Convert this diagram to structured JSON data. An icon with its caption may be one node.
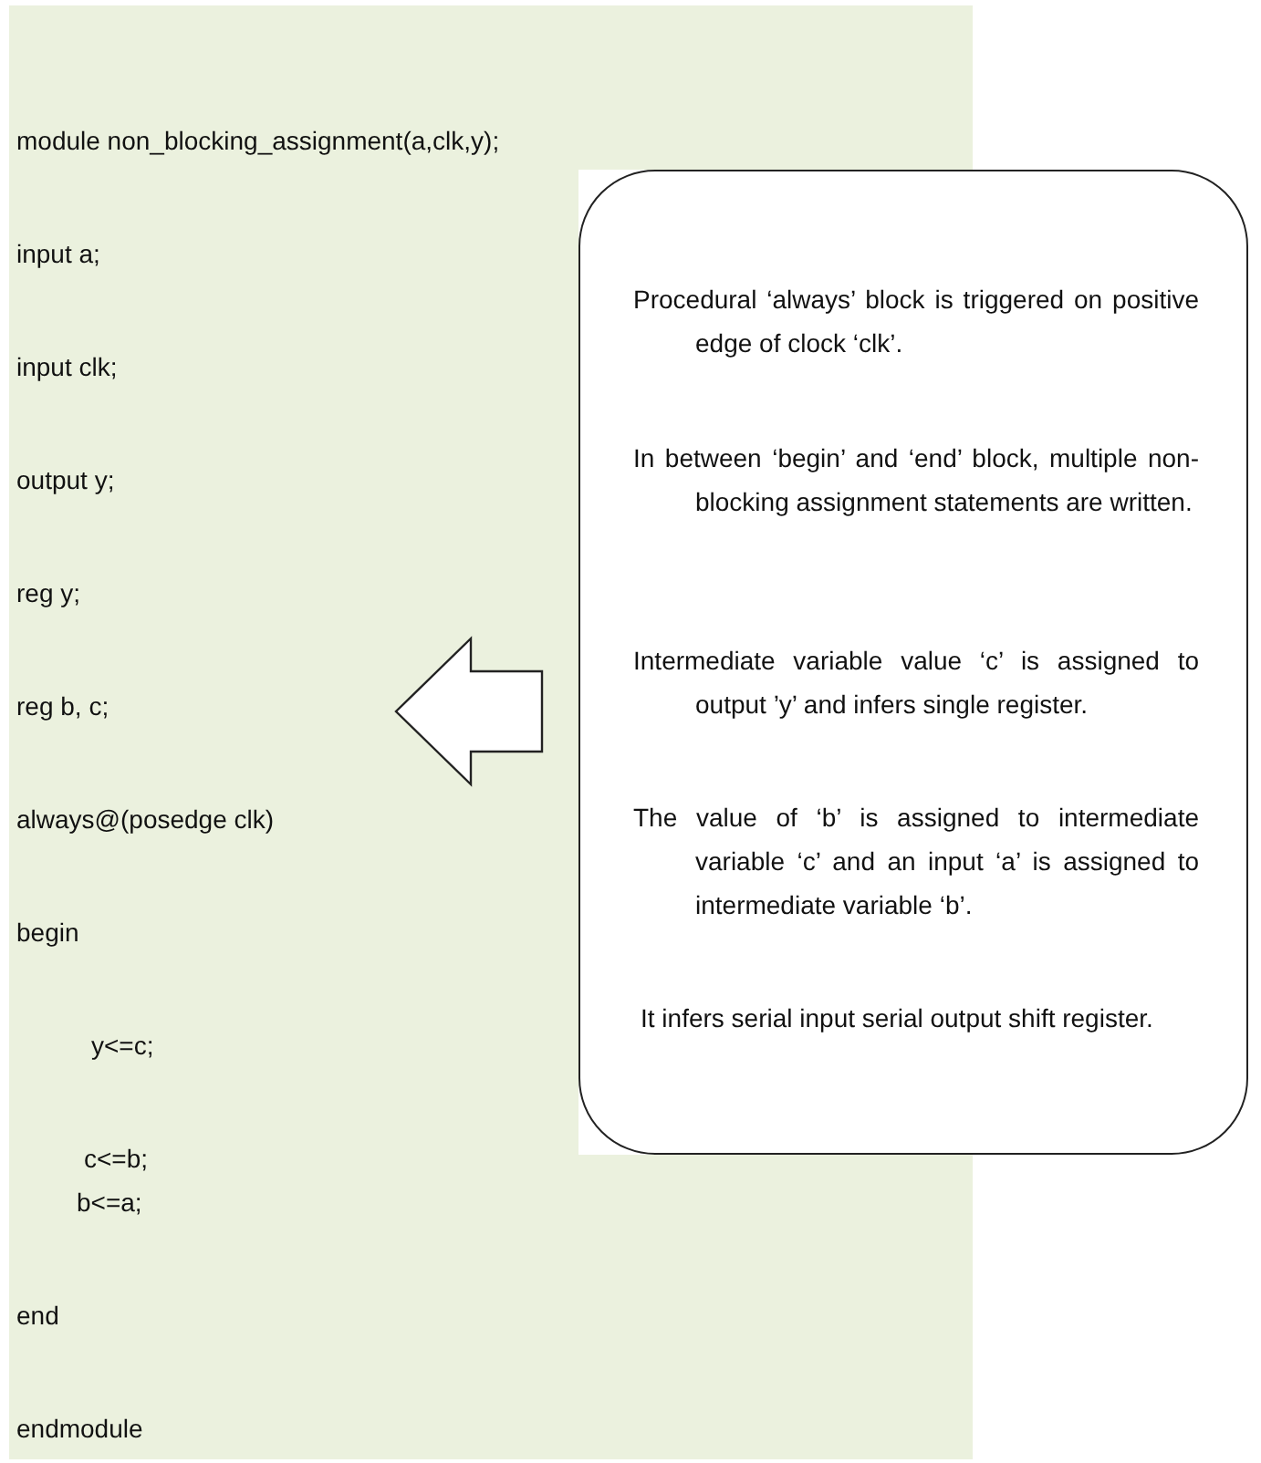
{
  "diagram": {
    "nodes": [
      {
        "text": [
          "module non_blocking_assignment(a,clk,y);",
          "input a;",
          "input clk;",
          "output y;",
          "reg y;",
          "reg b, c;",
          "always@(posedge clk)",
          "begin",
          "y<=c;",
          "c<=b;",
          "b<=a;",
          "end",
          "endmodule"
        ]
      },
      {
        "text": [
          "Procedural ‘always’ block is triggered on positive edge of clock ‘clk’.",
          "In between ‘begin’ and ‘end’ block, multiple non-blocking assignment statements are written.",
          "Intermediate variable value ‘c’ is assigned to output ’y’ and infers single register.",
          "The value of ‘b’ is assigned to intermediate variable ‘c’ and an input ‘a’ is assigned to intermediate variable ‘b’.",
          "It infers serial input serial output shift register."
        ]
      }
    ],
    "edges": [
      {
        "from": 1,
        "to": 0,
        "arrow": "to"
      }
    ]
  }
}
